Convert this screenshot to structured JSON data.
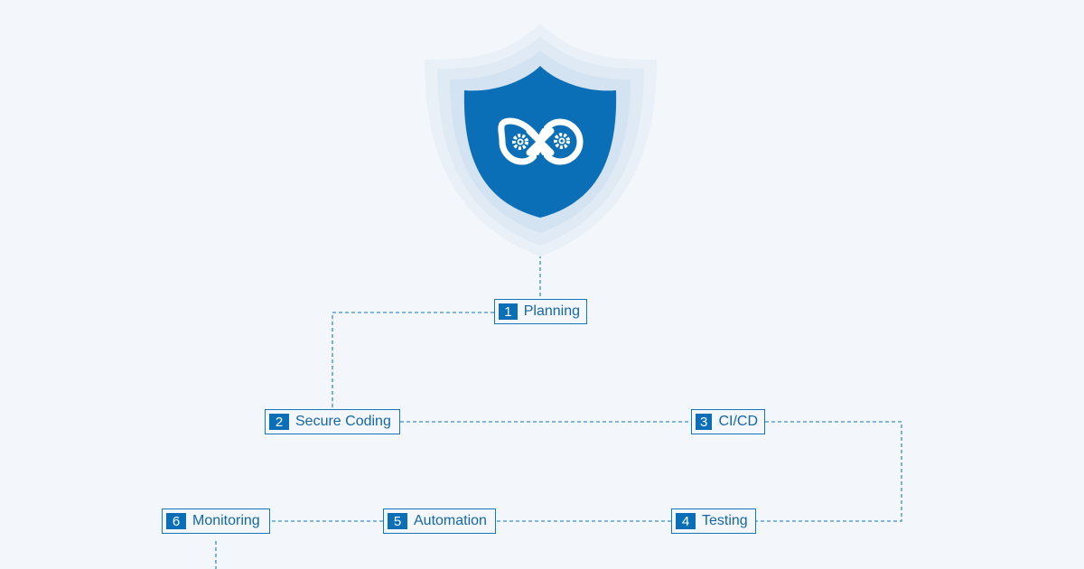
{
  "colors": {
    "background": "#f3f6fb",
    "accent": "#0a6fb7",
    "label_text": "#1467a7",
    "connector": "#3b8ec9",
    "shield_halo": "#dbe8f5"
  },
  "emblem": {
    "icon": "devops-infinity-gears-icon"
  },
  "steps": [
    {
      "number": "1",
      "label": "Planning"
    },
    {
      "number": "2",
      "label": "Secure Coding"
    },
    {
      "number": "3",
      "label": "CI/CD"
    },
    {
      "number": "4",
      "label": "Testing"
    },
    {
      "number": "5",
      "label": "Automation"
    },
    {
      "number": "6",
      "label": "Monitoring"
    }
  ]
}
